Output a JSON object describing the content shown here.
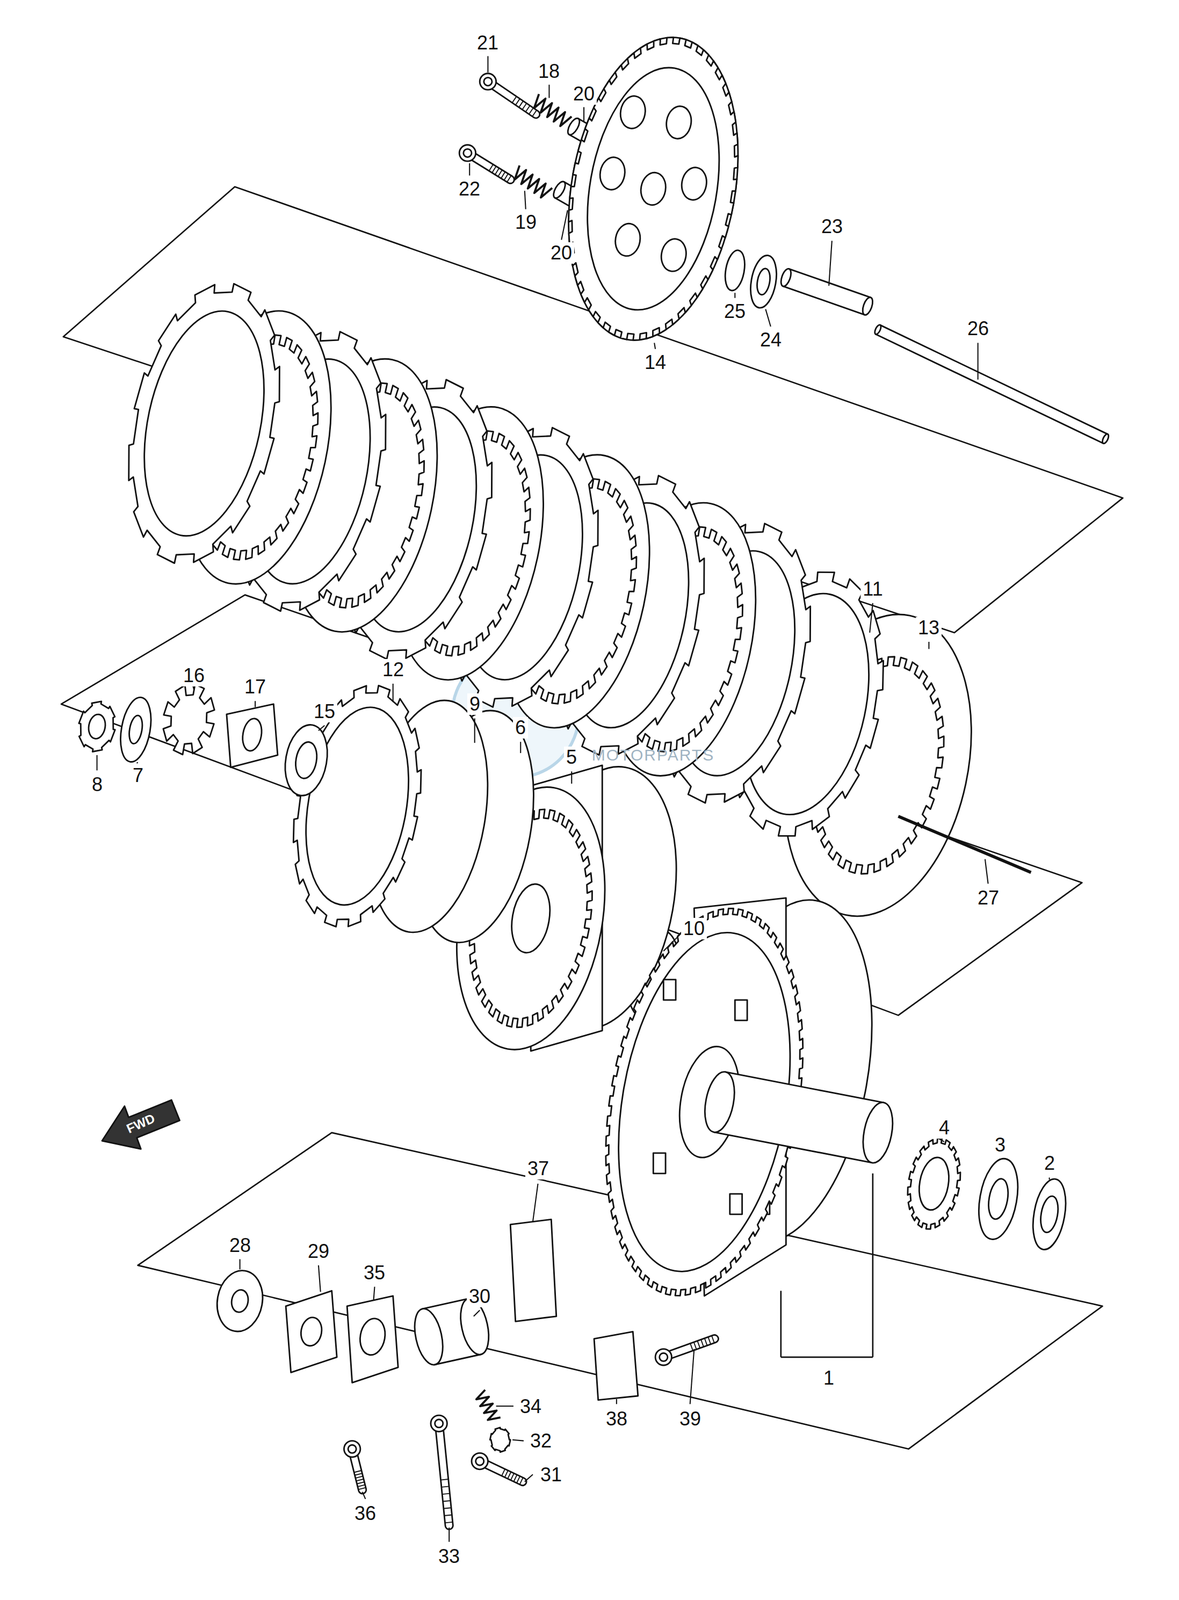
{
  "diagram": {
    "labels": [
      "21",
      "18",
      "20",
      "22",
      "19",
      "20",
      "23",
      "26",
      "25",
      "24",
      "14",
      "11",
      "13",
      "16",
      "12",
      "17",
      "9",
      "15",
      "6",
      "MOTORPARTS",
      "5",
      "7",
      "8",
      "27",
      "10",
      "FWD",
      "4",
      "3",
      "2",
      "37",
      "28",
      "29",
      "35",
      "30",
      "1",
      "34",
      "38",
      "39",
      "32",
      "31",
      "36",
      "33"
    ]
  }
}
